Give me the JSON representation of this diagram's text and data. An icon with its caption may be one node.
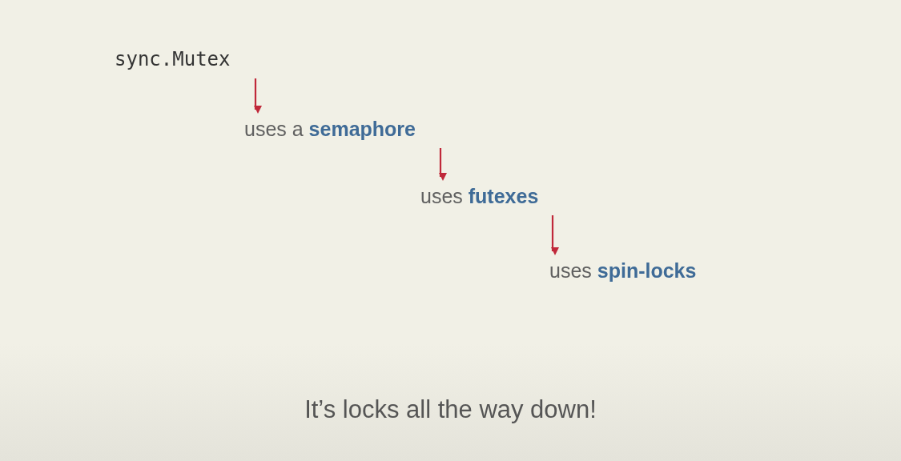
{
  "diagram": {
    "caption": "It’s locks all the way down!",
    "nodes": [
      {
        "text": [
          "sync.Mutex"
        ]
      },
      {
        "text": [
          "uses a **semaphore**"
        ]
      },
      {
        "text": [
          "uses **futexes**"
        ]
      },
      {
        "text": [
          "uses **spin-locks**"
        ]
      }
    ],
    "edges": [
      {
        "from": 0,
        "to": 1,
        "arrow": "to"
      },
      {
        "from": 1,
        "to": 2,
        "arrow": "to"
      },
      {
        "from": 2,
        "to": 3,
        "arrow": "to"
      }
    ]
  }
}
